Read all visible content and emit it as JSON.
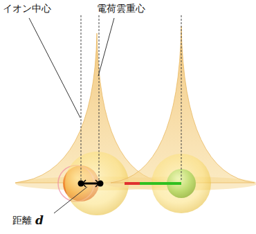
{
  "diagram": {
    "labels": [
      "イオン中心",
      "電荷雲重心",
      "距離",
      "d"
    ]
  }
}
